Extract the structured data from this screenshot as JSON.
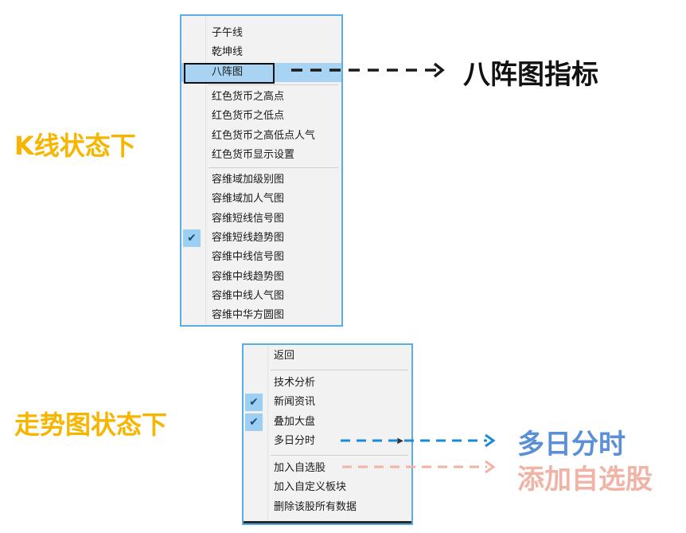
{
  "labels": {
    "kline_state": "K线状态下",
    "trend_state": "走势图状态下"
  },
  "annotations": {
    "bazhen": {
      "text": "八阵图指标",
      "color": "#111111"
    },
    "multi_day": {
      "text": "多日分时",
      "color": "#5b8fd8"
    },
    "add_watch": {
      "text": "添加自选股",
      "color": "#f1b3a6"
    }
  },
  "menu_kline": {
    "groups": [
      [
        {
          "label": "子午线"
        },
        {
          "label": "乾坤线"
        },
        {
          "label": "八阵图",
          "highlighted": true
        }
      ],
      [
        {
          "label": "红色货币之高点"
        },
        {
          "label": "红色货币之低点"
        },
        {
          "label": "红色货币之高低点人气"
        },
        {
          "label": "红色货币显示设置"
        }
      ],
      [
        {
          "label": "容维域加级别图"
        },
        {
          "label": "容维域加人气图"
        },
        {
          "label": "容维短线信号图"
        },
        {
          "label": "容维短线趋势图",
          "checked": true
        },
        {
          "label": "容维中线信号图"
        },
        {
          "label": "容维中线趋势图"
        },
        {
          "label": "容维中线人气图"
        },
        {
          "label": "容维中华方圆图"
        }
      ]
    ]
  },
  "menu_trend": {
    "groups": [
      [
        {
          "label": "返回"
        }
      ],
      [
        {
          "label": "技术分析"
        },
        {
          "label": "新闻资讯",
          "checked": true
        },
        {
          "label": "叠加大盘",
          "checked": true
        },
        {
          "label": "多日分时",
          "submenu": true
        }
      ],
      [
        {
          "label": "加入自选股"
        },
        {
          "label": "加入自定义板块"
        },
        {
          "label": "删除该股所有数据"
        }
      ]
    ]
  },
  "colors": {
    "menu_border": "#5aaee6",
    "label_yellow": "#f7b500",
    "arrow_black": "#1a1a1a",
    "arrow_blue": "#1e8ad6",
    "arrow_pink": "#f1b3a6"
  },
  "icons": {
    "check": "check-icon",
    "submenu": "submenu-arrow-icon"
  }
}
